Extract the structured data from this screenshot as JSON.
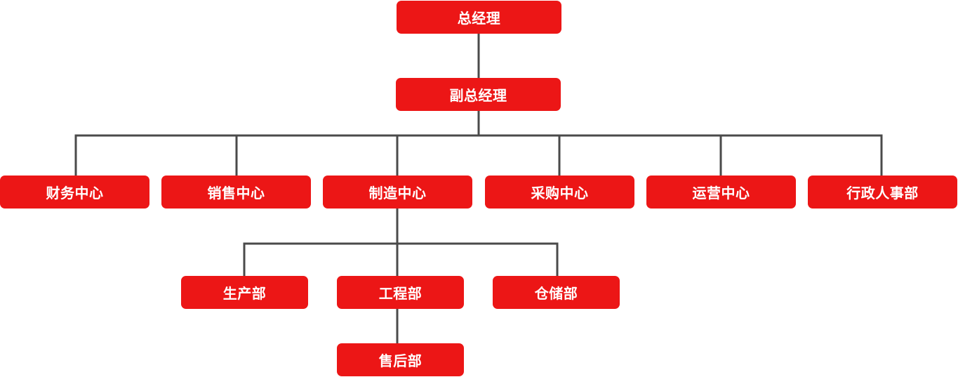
{
  "org_chart": {
    "top": {
      "label": "总经理"
    },
    "deputy": {
      "label": "副总经理"
    },
    "centers": [
      {
        "label": "财务中心"
      },
      {
        "label": "销售中心"
      },
      {
        "label": "制造中心"
      },
      {
        "label": "采购中心"
      },
      {
        "label": "运营中心"
      },
      {
        "label": "行政人事部"
      }
    ],
    "manufacturing_departments": [
      {
        "label": "生产部"
      },
      {
        "label": "工程部"
      },
      {
        "label": "仓储部"
      }
    ],
    "engineering_sub": {
      "label": "售后部"
    }
  },
  "colors": {
    "node_fill": "#ec1616",
    "node_text": "#ffffff",
    "connector": "#4a4a4a",
    "background": "#ffffff"
  }
}
